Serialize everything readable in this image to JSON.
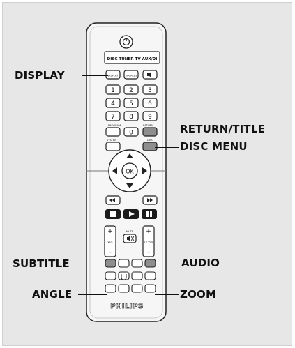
{
  "callouts": {
    "display": "DISPLAY",
    "return_title": "RETURN/TITLE",
    "disc_menu": "DISC MENU",
    "subtitle": "SUBTITLE",
    "audio": "AUDIO",
    "angle": "ANGLE",
    "zoom": "ZOOM"
  },
  "remote": {
    "source_bar": "DISC TUNER TV AUX/DI",
    "brand": "PHILIPS",
    "numbers": [
      "1",
      "2",
      "3",
      "4",
      "5",
      "6",
      "7",
      "8",
      "9",
      "0"
    ],
    "ok_label": "OK",
    "vol_label": "VOL",
    "tv_vol_label": "TV VOL",
    "mute_label": "MUTE",
    "program_label": "PROGRAM",
    "return_label": "RETURN",
    "system_label": "SYSTEM",
    "disc_label": "DISC",
    "display_btn": "DISPLAY",
    "sources_btn": "SOURCES"
  },
  "colors": {
    "remote_body": "#f4f4f4",
    "background": "#e7e7e7",
    "highlight": "#9a9a9a"
  }
}
